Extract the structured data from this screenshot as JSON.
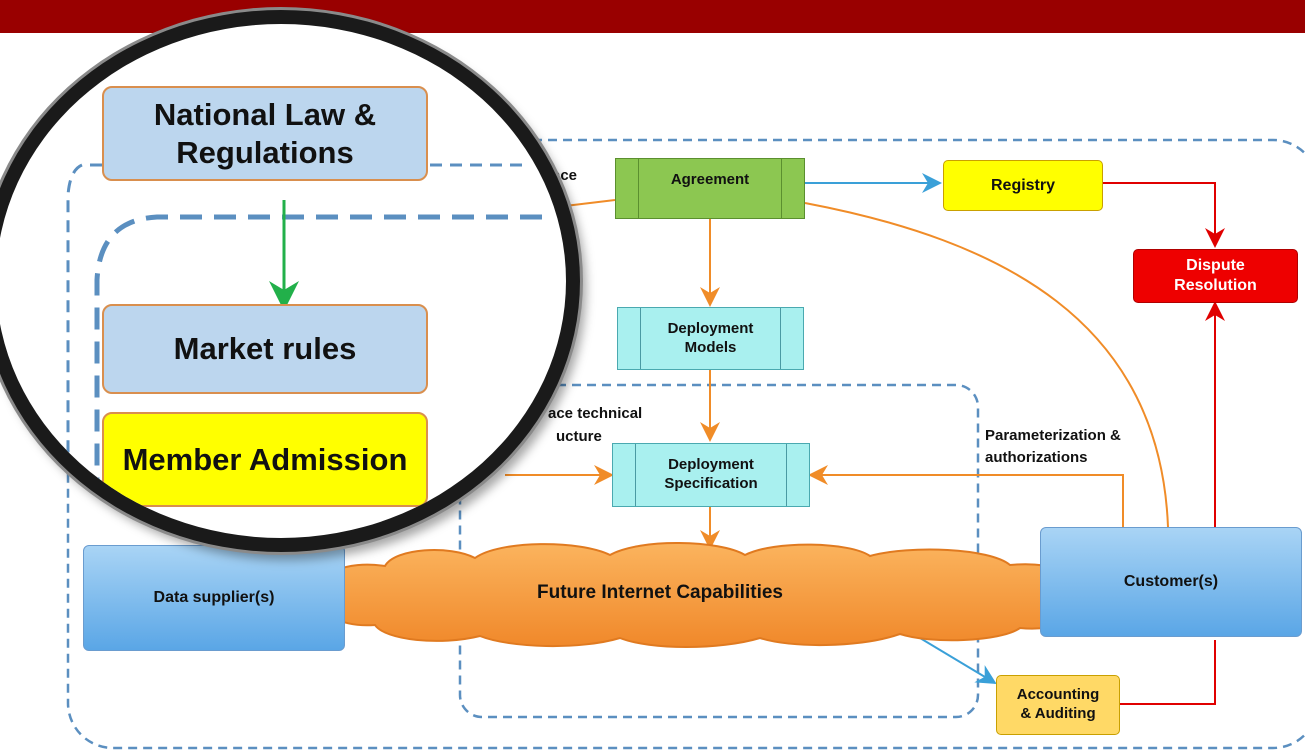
{
  "nodes": {
    "agreement": "Agreement",
    "registry": "Registry",
    "dispute_resolution": "Dispute Resolution",
    "deployment_models": "Deployment Models",
    "deployment_specification": "Deployment Specification",
    "data_suppliers": "Data supplier(s)",
    "customers": "Customer(s)",
    "accounting_auditing": "Accounting & Auditing",
    "future_internet": "Future Internet Capabilities"
  },
  "labels": {
    "ace_fragment": "ace",
    "ace_technical": "ace technical",
    "ucture": "ucture",
    "parameterization": "Parameterization &",
    "authorizations": "authorizations"
  },
  "magnifier": {
    "national_law": "National Law & Regulations",
    "market_rules": "Market rules",
    "member_admission": "Member Admission"
  },
  "colors": {
    "top_bar": "#990000",
    "orange_arrow": "#f08c28",
    "blue_arrow": "#3aa0d8",
    "red_line": "#e00000",
    "green_arrow": "#22b04a",
    "dashed_border": "#5b8fc0"
  }
}
